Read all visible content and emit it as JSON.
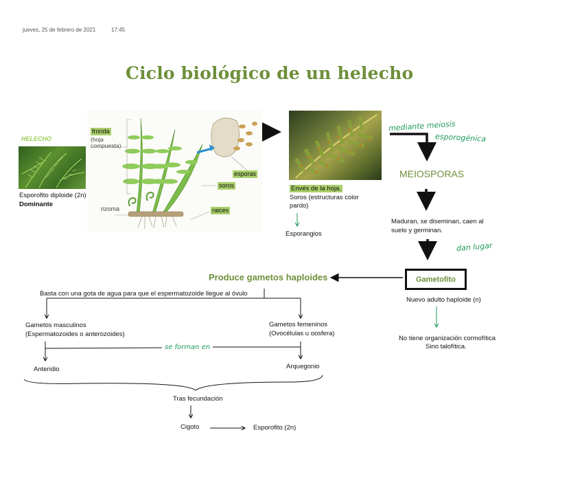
{
  "meta": {
    "date": "jueves, 25 de febrero de 2021",
    "time": "17:45"
  },
  "title": "Ciclo biológico de un helecho",
  "left_image": {
    "label": "HELECHO",
    "caption_line1": "Esporofito diploide (2n)",
    "caption_line2": "Dominante"
  },
  "fern_diagram": {
    "label_fronda": "fronda",
    "label_hoja_1": "(hoja",
    "label_hoja_2": "compuesta)",
    "label_rizoma": "rizoma",
    "label_esporas": "esporas",
    "label_soros": "soros",
    "label_raices": "raices"
  },
  "leaf_photo": {
    "caption_line1": "Envés de la hoja.",
    "caption_line2": "Soros (estructuras color",
    "caption_line3": "pardo)",
    "below": "Esporangios"
  },
  "handwritten": {
    "meiosis_1": "mediante meiosis",
    "meiosis_2": "esporogénica",
    "dan_lugar": "dan lugar",
    "se_forman_en": "se forman en"
  },
  "meiosporas": "MEIOSPORAS",
  "maduran_line1": "Maduran, se diseminan, caen al",
  "maduran_line2": "suelo y germinan.",
  "gametofito": "Gametofito",
  "nuevo_adulto": "Nuevo adulto haploide (n)",
  "no_tiene_line1": "No tiene organización cormofítica",
  "no_tiene_line2": "Sino talofítica.",
  "produce": "Produce gametos haploides",
  "basta": "Basta con una gota de agua para que el espermatozoide llegue al óvulo",
  "gam_masc_line1": "Gametos masculinos",
  "gam_masc_line2": "(Espermatozoides o anterozoides)",
  "gam_fem_line1": "Gametos femeninos",
  "gam_fem_line2": "(Ovocélulas u oosfera)",
  "anteridio": "Anteridio",
  "arquegonio": "Arquegonio",
  "tras": "Tras fecundación",
  "cigoto": "Cigoto",
  "esporofito": "Esporofito (2n)"
}
